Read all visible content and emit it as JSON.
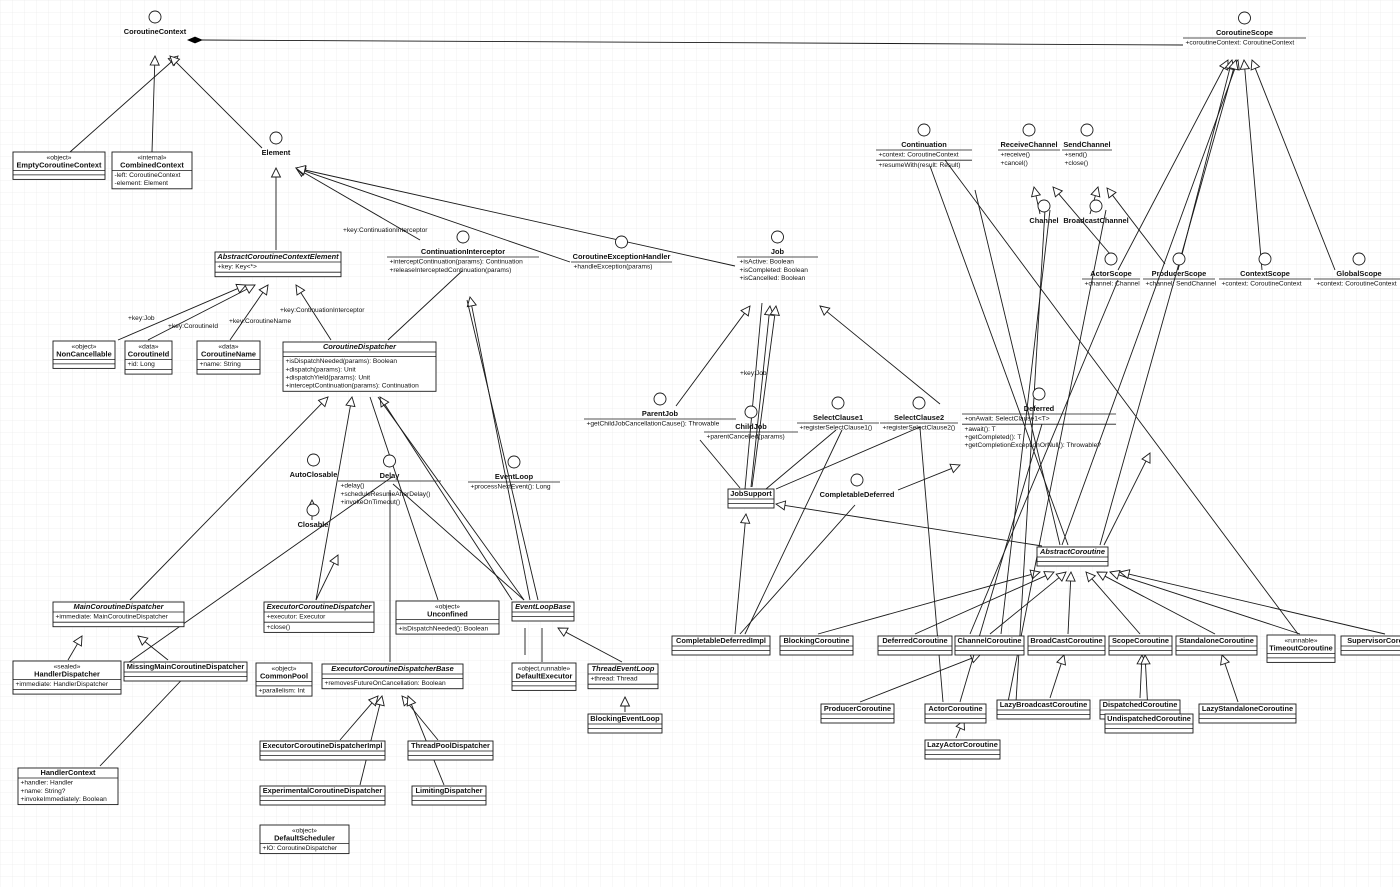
{
  "classes": [
    {
      "id": "CoroutineContext",
      "name": "CoroutineContext",
      "iface": true
    },
    {
      "id": "EmptyCoroutineContext",
      "name": "EmptyCoroutineContext",
      "stereo": "«object»",
      "sections": [
        [],
        []
      ]
    },
    {
      "id": "CombinedContext",
      "name": "CombinedContext",
      "stereo": "«internal»",
      "sections": [
        [
          "-left: CoroutineContext",
          "-element: Element"
        ]
      ]
    },
    {
      "id": "Element",
      "name": "Element",
      "iface": true
    },
    {
      "id": "AbstractCoroutineContextElement",
      "name": "AbstractCoroutineContextElement",
      "italic": true,
      "sections": [
        [
          "+key: Key<*>"
        ],
        []
      ]
    },
    {
      "id": "NonCancellable",
      "name": "NonCancellable",
      "stereo": "«object»",
      "sections": [
        [],
        []
      ]
    },
    {
      "id": "CoroutineId",
      "name": "CoroutineId",
      "stereo": "«data»",
      "sections": [
        [
          "+id: Long"
        ],
        []
      ]
    },
    {
      "id": "CoroutineName",
      "name": "CoroutineName",
      "stereo": "«data»",
      "sections": [
        [
          "+name: String"
        ],
        []
      ]
    },
    {
      "id": "CoroutineDispatcher",
      "name": "CoroutineDispatcher",
      "italic": true,
      "sections": [
        [],
        [
          "+isDispatchNeeded(params): Boolean",
          "+dispatch(params): Unit",
          "+dispatchYield(params): Unit",
          "+interceptContinuation(params): Continuation"
        ]
      ]
    },
    {
      "id": "ContinuationInterceptor",
      "name": "ContinuationInterceptor",
      "iface": true,
      "sections": [
        [
          "+interceptContinuation(params): Continuation",
          "+releaseInterceptedContinuation(params)"
        ]
      ]
    },
    {
      "id": "CoroutineExceptionHandler",
      "name": "CoroutineExceptionHandler",
      "iface": true,
      "sections": [
        [
          "+handleException(params)"
        ]
      ]
    },
    {
      "id": "Job",
      "name": "Job",
      "iface": true,
      "sections": [
        [
          "+isActive: Boolean",
          "+isCompleted: Boolean",
          "+isCancelled: Boolean"
        ]
      ]
    },
    {
      "id": "AutoClosable",
      "name": "AutoClosable",
      "iface": true
    },
    {
      "id": "Closable",
      "name": "Closable",
      "iface": true
    },
    {
      "id": "Delay",
      "name": "Delay",
      "iface": true,
      "sections": [
        [
          "+delay()",
          "+scheduleResumeAfterDelay()",
          "+invokeOnTimeout()"
        ]
      ]
    },
    {
      "id": "EventLoop",
      "name": "EventLoop",
      "iface": true,
      "sections": [
        [
          "+processNextEvent(): Long"
        ]
      ]
    },
    {
      "id": "MainCoroutineDispatcher",
      "name": "MainCoroutineDispatcher",
      "italic": true,
      "sections": [
        [
          "+immediate: MainCoroutineDispatcher"
        ],
        []
      ]
    },
    {
      "id": "ExecutorCoroutineDispatcher",
      "name": "ExecutorCoroutineDispatcher",
      "italic": true,
      "sections": [
        [
          "+executor: Executor"
        ],
        [
          "+close()"
        ]
      ]
    },
    {
      "id": "Unconfined",
      "name": "Unconfined",
      "stereo": "«object»",
      "sections": [
        [],
        [
          "+isDispatchNeeded(): Boolean"
        ]
      ]
    },
    {
      "id": "EventLoopBase",
      "name": "EventLoopBase",
      "italic": true,
      "sections": [
        [],
        []
      ]
    },
    {
      "id": "HandlerDispatcher",
      "name": "HandlerDispatcher",
      "stereo": "«sealed»",
      "sections": [
        [
          "+immediate: HandlerDispatcher"
        ],
        []
      ]
    },
    {
      "id": "MissingMainCoroutineDispatcher",
      "name": "MissingMainCoroutineDispatcher",
      "sections": [
        [],
        []
      ]
    },
    {
      "id": "CommonPool",
      "name": "CommonPool",
      "stereo": "«object»",
      "sections": [
        [],
        [
          "+parallelism: Int"
        ]
      ]
    },
    {
      "id": "ExecutorCoroutineDispatcherBase",
      "name": "ExecutorCoroutineDispatcherBase",
      "italic": true,
      "sections": [
        [],
        [
          "+removesFutureOnCancellation: Boolean"
        ]
      ]
    },
    {
      "id": "DefaultExecutor",
      "name": "DefaultExecutor",
      "stereo": "«object,runnable»",
      "sections": [
        [],
        []
      ]
    },
    {
      "id": "ThreadEventLoop",
      "name": "ThreadEventLoop",
      "italic": true,
      "sections": [
        [
          "+thread: Thread"
        ],
        []
      ]
    },
    {
      "id": "BlockingEventLoop",
      "name": "BlockingEventLoop",
      "sections": [
        [],
        []
      ]
    },
    {
      "id": "HandlerContext",
      "name": "HandlerContext",
      "sections": [
        [
          "+handler: Handler",
          "+name: String?",
          "+invokeImmediately: Boolean"
        ]
      ]
    },
    {
      "id": "ExecutorCoroutineDispatcherImpl",
      "name": "ExecutorCoroutineDispatcherImpl",
      "sections": [
        [],
        []
      ]
    },
    {
      "id": "ThreadPoolDispatcher",
      "name": "ThreadPoolDispatcher",
      "sections": [
        [],
        []
      ]
    },
    {
      "id": "ExperimentalCoroutineDispatcher",
      "name": "ExperimentalCoroutineDispatcher",
      "sections": [
        [],
        []
      ]
    },
    {
      "id": "LimitingDispatcher",
      "name": "LimitingDispatcher",
      "sections": [
        [],
        []
      ]
    },
    {
      "id": "DefaultScheduler",
      "name": "DefaultScheduler",
      "stereo": "«object»",
      "sections": [
        [
          "+IO: CoroutineDispatcher"
        ]
      ]
    },
    {
      "id": "Continuation",
      "name": "Continuation",
      "iface": true,
      "sections": [
        [
          "+context: CoroutineContext"
        ],
        [
          "+resumeWith(result: Result)"
        ]
      ]
    },
    {
      "id": "ReceiveChannel",
      "name": "ReceiveChannel",
      "iface": true,
      "sections": [
        [
          "+receive()",
          "+cancel()"
        ]
      ]
    },
    {
      "id": "SendChannel",
      "name": "SendChannel",
      "iface": true,
      "sections": [
        [
          "+send()",
          "+close()"
        ]
      ]
    },
    {
      "id": "CoroutineScope",
      "name": "CoroutineScope",
      "iface": true,
      "sections": [
        [
          "+coroutineContext: CoroutineContext"
        ]
      ]
    },
    {
      "id": "Channel",
      "name": "Channel",
      "iface": true
    },
    {
      "id": "BroadcastChannel",
      "name": "BroadcastChannel",
      "iface": true
    },
    {
      "id": "ActorScope",
      "name": "ActorScope",
      "iface": true,
      "sections": [
        [
          "+channel: Channel"
        ]
      ]
    },
    {
      "id": "ProducerScope",
      "name": "ProducerScope",
      "iface": true,
      "sections": [
        [
          "+channel: SendChannel"
        ]
      ]
    },
    {
      "id": "ContextScope",
      "name": "ContextScope",
      "iface": true,
      "sections": [
        [
          "+context: CoroutineContext"
        ]
      ]
    },
    {
      "id": "GlobalScope",
      "name": "GlobalScope",
      "iface": true,
      "sections": [
        [
          "+context: CoroutineContext"
        ]
      ]
    },
    {
      "id": "ParentJob",
      "name": "ParentJob",
      "iface": true,
      "sections": [
        [
          "+getChildJobCancellationCause(): Throwable"
        ]
      ]
    },
    {
      "id": "ChildJob",
      "name": "ChildJob",
      "iface": true,
      "sections": [
        [
          "+parentCancelled(params)"
        ]
      ]
    },
    {
      "id": "SelectClause1",
      "name": "SelectClause1",
      "iface": true,
      "sections": [
        [
          "+registerSelectClause1()"
        ]
      ]
    },
    {
      "id": "SelectClause2",
      "name": "SelectClause2",
      "iface": true,
      "sections": [
        [
          "+registerSelectClause2()"
        ]
      ]
    },
    {
      "id": "Deferred",
      "name": "Deferred",
      "iface": true,
      "sections": [
        [
          "+onAwait: SelectClause1<T>"
        ],
        [
          "+await(): T",
          "+getCompleted(): T",
          "+getCompletionExceptionOrNull(): Throwable?"
        ]
      ]
    },
    {
      "id": "JobSupport",
      "name": "JobSupport",
      "sections": [
        [],
        []
      ]
    },
    {
      "id": "CompletableDeferred",
      "name": "CompletableDeferred",
      "iface": true
    },
    {
      "id": "AbstractCoroutine",
      "name": "AbstractCoroutine",
      "italic": true,
      "sections": [
        [],
        []
      ]
    },
    {
      "id": "CompletableDeferredImpl",
      "name": "CompletableDeferredImpl",
      "sections": [
        [],
        []
      ]
    },
    {
      "id": "BlockingCoroutine",
      "name": "BlockingCoroutine",
      "sections": [
        [],
        []
      ]
    },
    {
      "id": "DeferredCoroutine",
      "name": "DeferredCoroutine",
      "sections": [
        [],
        []
      ]
    },
    {
      "id": "ChannelCoroutine",
      "name": "ChannelCoroutine",
      "sections": [
        [],
        []
      ]
    },
    {
      "id": "BroadCastCoroutine",
      "name": "BroadCastCoroutine",
      "sections": [
        [],
        []
      ]
    },
    {
      "id": "ScopeCoroutine",
      "name": "ScopeCoroutine",
      "sections": [
        [],
        []
      ]
    },
    {
      "id": "StandaloneCoroutine",
      "name": "StandaloneCoroutine",
      "sections": [
        [],
        []
      ]
    },
    {
      "id": "TimeoutCoroutine",
      "name": "TimeoutCoroutine",
      "stereo": "«runnable»",
      "sections": [
        [],
        []
      ]
    },
    {
      "id": "SupervisorCoroutine",
      "name": "SupervisorCoroutine",
      "sections": [
        [],
        []
      ]
    },
    {
      "id": "ProducerCoroutine",
      "name": "ProducerCoroutine",
      "sections": [
        [],
        []
      ]
    },
    {
      "id": "ActorCoroutine",
      "name": "ActorCoroutine",
      "sections": [
        [],
        []
      ]
    },
    {
      "id": "LazyBroadcastCoroutine",
      "name": "LazyBroadcastCoroutine",
      "sections": [
        [],
        []
      ]
    },
    {
      "id": "DispatchedCoroutine",
      "name": "DispatchedCoroutine",
      "sections": [
        [],
        []
      ]
    },
    {
      "id": "UndispatchedCoroutine",
      "name": "UndispatchedCoroutine",
      "sections": [
        [],
        []
      ]
    },
    {
      "id": "LazyStandaloneCoroutine",
      "name": "LazyStandaloneCoroutine",
      "sections": [
        [],
        []
      ]
    },
    {
      "id": "LazyActorCoroutine",
      "name": "LazyActorCoroutine",
      "sections": [
        [],
        []
      ]
    }
  ],
  "edge_labels": [
    "+key:ContinuationInterceptor",
    "+key:Job",
    "+key:CoroutineId",
    "+key:CoroutineName",
    "+key:ContinuationInterceptor",
    "+key:Job"
  ]
}
